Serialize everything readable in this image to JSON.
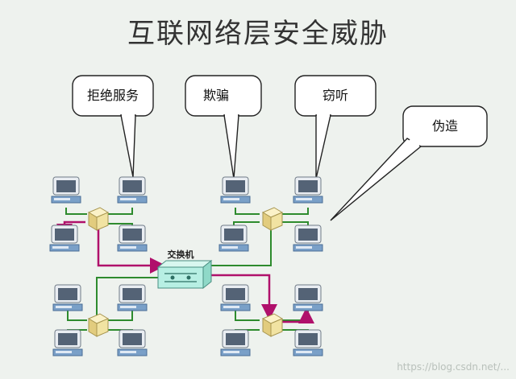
{
  "title": "互联网络层安全威胁",
  "callouts": {
    "dos": "拒绝服务",
    "spoof": "欺骗",
    "eavesdrop": "窃听",
    "forge": "伪造"
  },
  "switch_label": "交换机",
  "watermark": "https://blog.csdn.net/...",
  "colors": {
    "green_link": "#2e8b2e",
    "magenta_link": "#b0106b",
    "hub": "#f1e3a2",
    "switch": "#b7efe3"
  }
}
